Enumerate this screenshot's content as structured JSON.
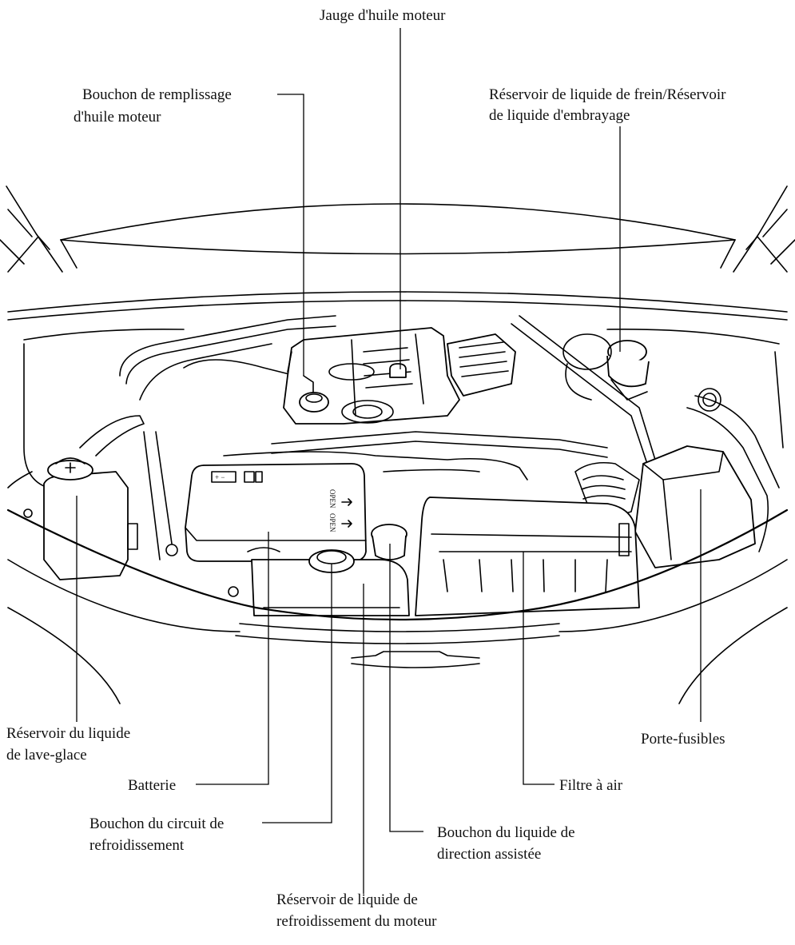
{
  "labels": {
    "dipstick": "Jauge d'huile moteur",
    "oil_filler_1": "Bouchon de remplissage",
    "oil_filler_2": "d'huile moteur",
    "brake_1": "Réservoir de liquide de frein/Réservoir",
    "brake_2": "de liquide d'embrayage",
    "washer_1": "Réservoir du liquide",
    "washer_2": "de lave-glace",
    "fuse": "Porte-fusibles",
    "battery": "Batterie",
    "air_filter": "Filtre à air",
    "cooling_cap_1": "Bouchon du circuit de",
    "cooling_cap_2": "refroidissement",
    "steering_1": "Bouchon du liquide de",
    "steering_2": "direction assistée",
    "coolant_res_1": "Réservoir de liquide de",
    "coolant_res_2": "refroidissement du moteur"
  },
  "markings": {
    "battery_terminals": "+ −",
    "open_1": "OPEN",
    "open_2": "OPEN"
  },
  "icons": [
    "battery-terminal-icon",
    "open-arrow-icon"
  ]
}
